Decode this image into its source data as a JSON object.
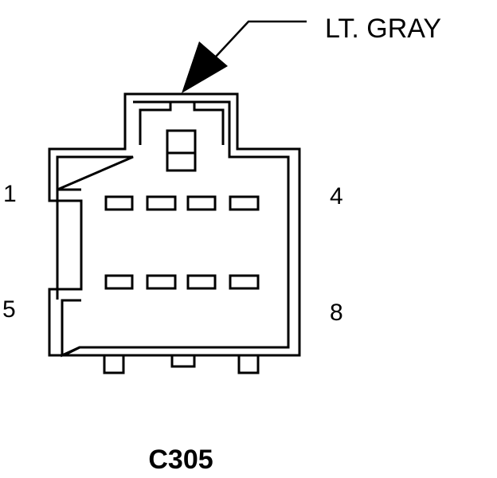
{
  "connector": {
    "name": "C305",
    "color_label": "LT. GRAY",
    "pin_labels": {
      "top_left": "1",
      "top_right": "4",
      "bottom_left": "5",
      "bottom_right": "8"
    },
    "terminal_rows": 2,
    "terminals_per_row": 4
  },
  "colors": {
    "line": "#000000",
    "background": "#ffffff"
  }
}
